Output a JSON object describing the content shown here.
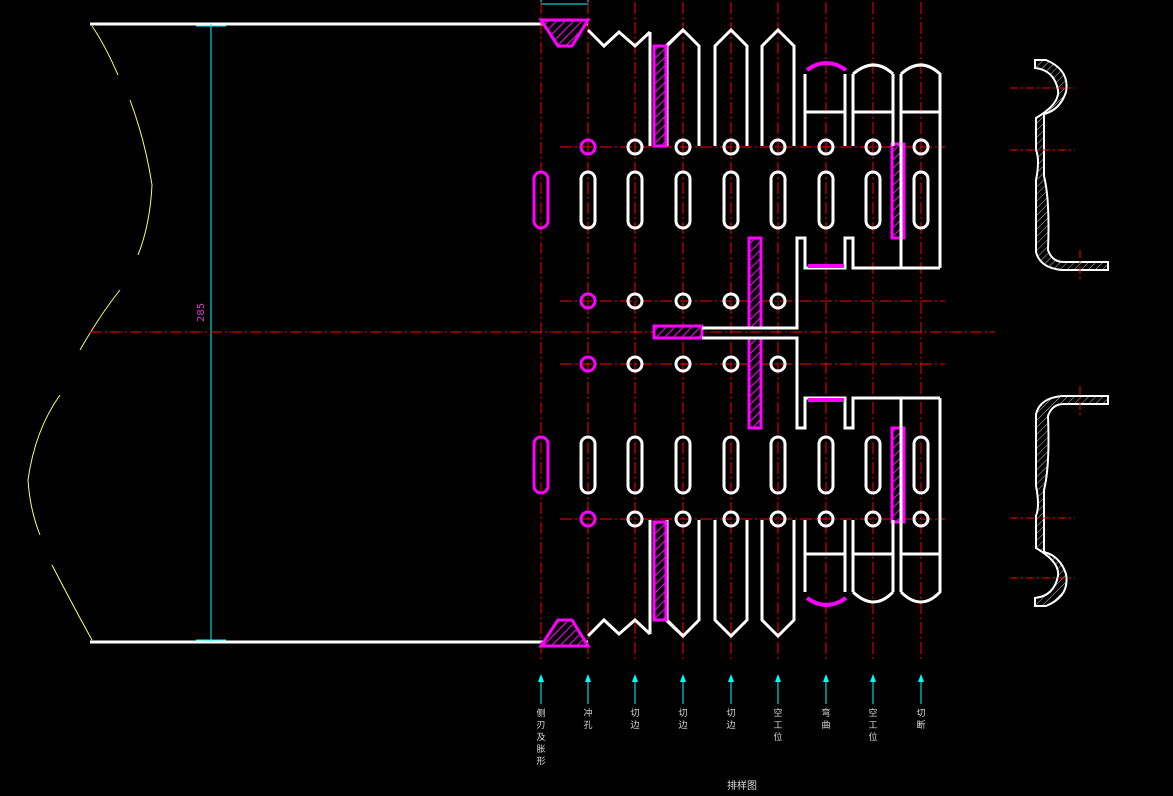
{
  "drawing": {
    "title": "排样图",
    "dimension_text": "285",
    "stations": [
      {
        "label": "侧刃及胀形"
      },
      {
        "label": "冲孔"
      },
      {
        "label": "切边"
      },
      {
        "label": "切边"
      },
      {
        "label": "切边"
      },
      {
        "label": "空工位"
      },
      {
        "label": "弯曲"
      },
      {
        "label": "空工位"
      },
      {
        "label": "切断"
      }
    ],
    "colors": {
      "outline": "#ffffff",
      "punch": "#ff00ff",
      "center_line": "#ff0000",
      "dimension": "#00ffff",
      "sketch": "#ffff66",
      "text": "#dcdcdc"
    }
  }
}
